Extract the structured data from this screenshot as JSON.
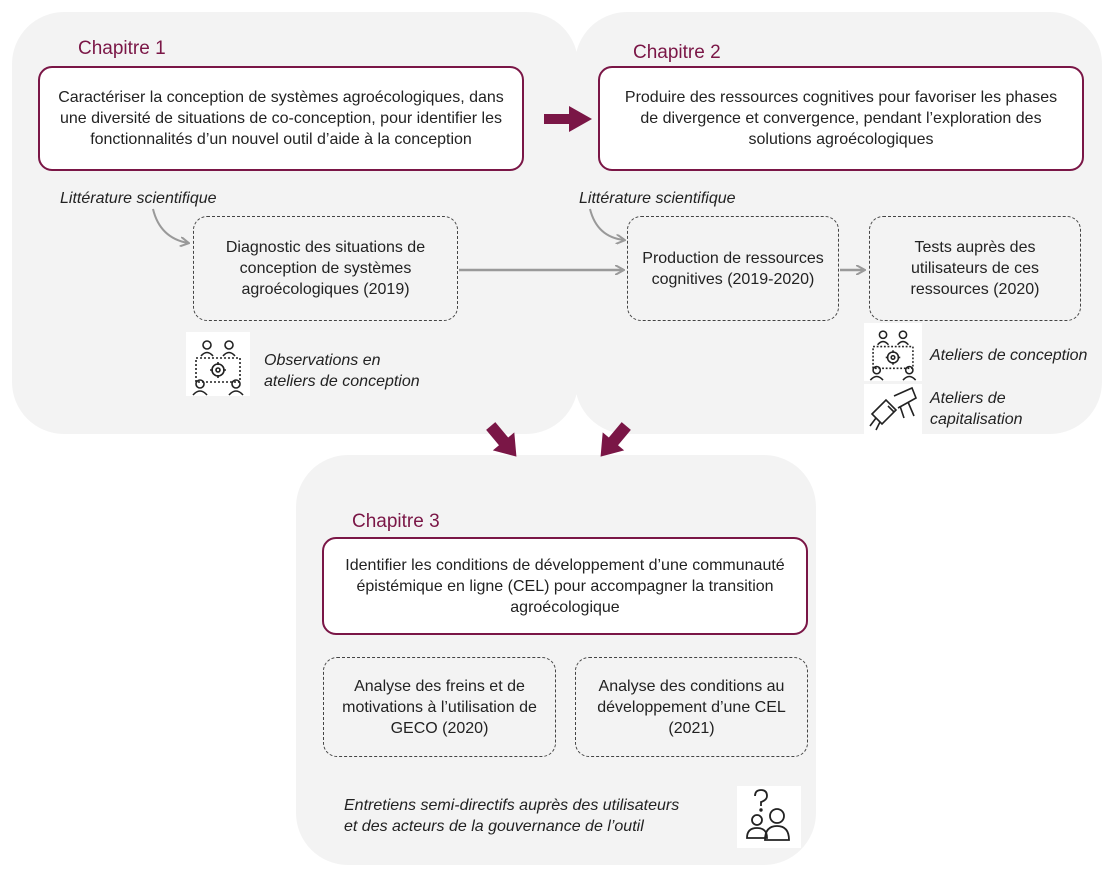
{
  "chapter1": {
    "title": "Chapitre 1",
    "objective": "Caractériser la conception de systèmes agroécologiques, dans une diversité de situations de co-conception, pour identifier les fonctionnalités d’un nouvel outil d’aide à la conception",
    "literature": "Littérature scientifique",
    "task": "Diagnostic des situations de conception de systèmes agroécologiques (2019)",
    "method_line1": "Observations en",
    "method_line2": "ateliers de conception"
  },
  "chapter2": {
    "title": "Chapitre 2",
    "objective": "Produire des ressources cognitives pour favoriser les phases de divergence et convergence, pendant l’exploration des solutions agroécologiques",
    "literature": "Littérature scientifique",
    "task1": "Production de ressources cognitives (2019-2020)",
    "task2": "Tests auprès des utilisateurs de ces ressources (2020)",
    "method1": "Ateliers de conception",
    "method2_line1": "Ateliers de",
    "method2_line2": "capitalisation"
  },
  "chapter3": {
    "title": "Chapitre 3",
    "objective": "Identifier les conditions de développement d’une communauté épistémique en ligne (CEL) pour accompagner la transition agroécologique",
    "task1": "Analyse des freins et de motivations à l’utilisation de GECO (2020)",
    "task2": "Analyse des conditions au développement d’une CEL (2021)",
    "method_line1": "Entretiens semi-directifs auprès des utilisateurs",
    "method_line2": "et des acteurs de la gouvernance de l’outil"
  },
  "colors": {
    "accent": "#7a1646",
    "panel": "#f3f3f3",
    "arrow_gray": "#999999"
  },
  "icons": [
    "workshop-icon",
    "handshake-writing-icon",
    "interview-people-icon"
  ]
}
